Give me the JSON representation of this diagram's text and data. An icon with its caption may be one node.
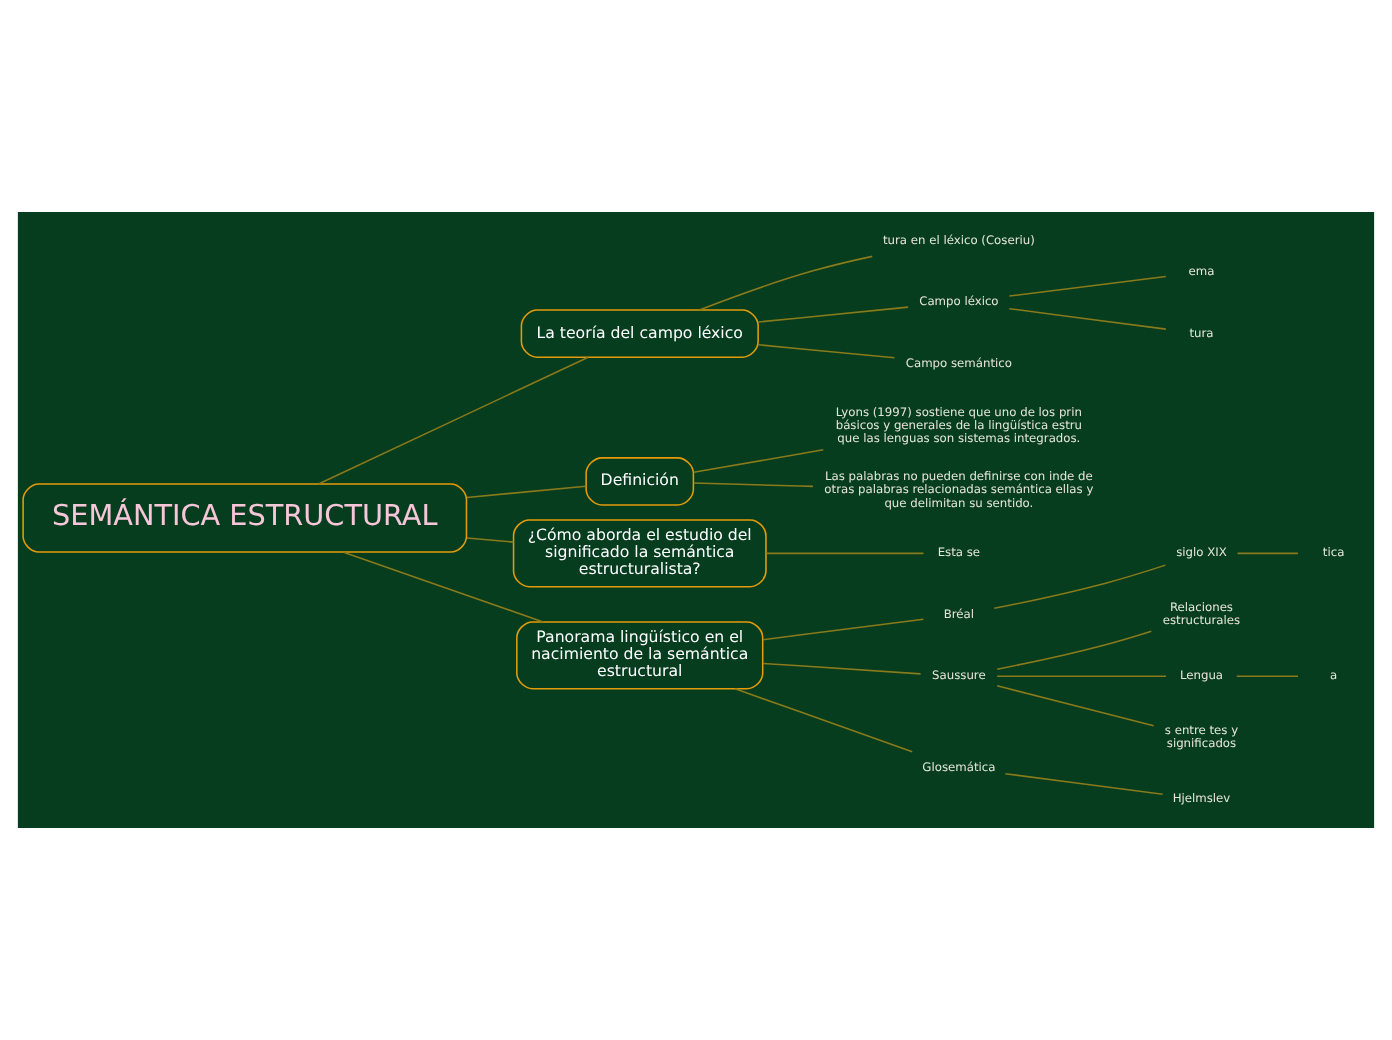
{
  "diagram": {
    "nodes": [
      {
        "text": [
          "SEMÁNTICA ESTRUCTURAL"
        ]
      },
      {
        "text": [
          "La teoría del campo léxico"
        ]
      },
      {
        "text": [
          "tura en el léxico (Coseriu)"
        ]
      },
      {
        "text": [
          "Campo léxico"
        ]
      },
      {
        "text": [
          "ema"
        ]
      },
      {
        "text": [
          "tura"
        ]
      },
      {
        "text": [
          "Campo semántico"
        ]
      },
      {
        "text": [
          "Definición"
        ]
      },
      {
        "text": [
          "Lyons (1997) sostiene que uno de los prin básicos y generales de la lingüística estru que las lenguas son sistemas integrados."
        ]
      },
      {
        "text": [
          "Las palabras no pueden definirse con inde de otras palabras relacionadas semántica ellas y que delimitan su sentido."
        ]
      },
      {
        "text": [
          "¿Cómo aborda el estudio del significado la semántica estructuralista?"
        ]
      },
      {
        "text": [
          "Esta se"
        ]
      },
      {
        "text": [
          "Panorama lingüístico en el nacimiento de la semántica estructural"
        ]
      },
      {
        "text": [
          "Bréal"
        ]
      },
      {
        "text": [
          "siglo XIX"
        ]
      },
      {
        "text": [
          "tica"
        ]
      },
      {
        "text": [
          "Saussure"
        ]
      },
      {
        "text": [
          "Relaciones estructurales"
        ]
      },
      {
        "text": [
          "Lengua"
        ]
      },
      {
        "text": [
          "a"
        ]
      },
      {
        "text": [
          "s entre tes y significados"
        ]
      },
      {
        "text": [
          "Glosemática"
        ]
      },
      {
        "text": [
          "Hjelmslev"
        ]
      }
    ],
    "edges": [
      {
        "from": 0,
        "to": 1,
        "arrow": "none"
      },
      {
        "from": 1,
        "to": 2,
        "arrow": "none"
      },
      {
        "from": 1,
        "to": 3,
        "arrow": "none"
      },
      {
        "from": 3,
        "to": 4,
        "arrow": "none"
      },
      {
        "from": 3,
        "to": 5,
        "arrow": "none"
      },
      {
        "from": 1,
        "to": 6,
        "arrow": "none"
      },
      {
        "from": 0,
        "to": 7,
        "arrow": "none"
      },
      {
        "from": 7,
        "to": 8,
        "arrow": "none"
      },
      {
        "from": 7,
        "to": 9,
        "arrow": "none"
      },
      {
        "from": 0,
        "to": 10,
        "arrow": "none"
      },
      {
        "from": 10,
        "to": 11,
        "arrow": "none"
      },
      {
        "from": 0,
        "to": 12,
        "arrow": "none"
      },
      {
        "from": 12,
        "to": 13,
        "arrow": "none"
      },
      {
        "from": 13,
        "to": 14,
        "arrow": "none"
      },
      {
        "from": 14,
        "to": 15,
        "arrow": "none"
      },
      {
        "from": 12,
        "to": 16,
        "arrow": "none"
      },
      {
        "from": 16,
        "to": 17,
        "arrow": "none"
      },
      {
        "from": 16,
        "to": 18,
        "arrow": "none"
      },
      {
        "from": 18,
        "to": 19,
        "arrow": "none"
      },
      {
        "from": 16,
        "to": 20,
        "arrow": "none"
      },
      {
        "from": 12,
        "to": 21,
        "arrow": "none"
      },
      {
        "from": 21,
        "to": 22,
        "arrow": "none"
      }
    ]
  }
}
